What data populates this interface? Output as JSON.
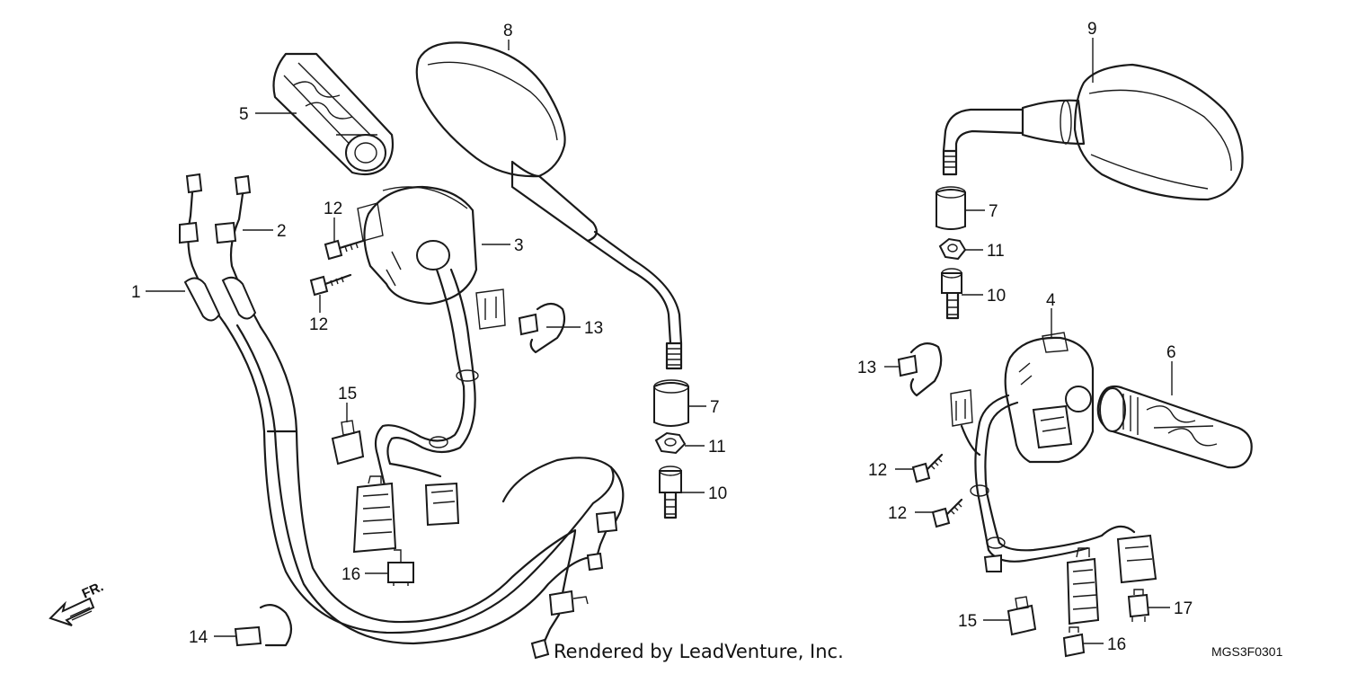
{
  "callouts": [
    {
      "id": "c1",
      "label": "1"
    },
    {
      "id": "c2",
      "label": "2"
    },
    {
      "id": "c3",
      "label": "3"
    },
    {
      "id": "c4",
      "label": "4"
    },
    {
      "id": "c5",
      "label": "5"
    },
    {
      "id": "c6",
      "label": "6"
    },
    {
      "id": "c7a",
      "label": "7"
    },
    {
      "id": "c7b",
      "label": "7"
    },
    {
      "id": "c8",
      "label": "8"
    },
    {
      "id": "c9",
      "label": "9"
    },
    {
      "id": "c10a",
      "label": "10"
    },
    {
      "id": "c10b",
      "label": "10"
    },
    {
      "id": "c11a",
      "label": "11"
    },
    {
      "id": "c11b",
      "label": "11"
    },
    {
      "id": "c12a",
      "label": "12"
    },
    {
      "id": "c12b",
      "label": "12"
    },
    {
      "id": "c12c",
      "label": "12"
    },
    {
      "id": "c12d",
      "label": "12"
    },
    {
      "id": "c13a",
      "label": "13"
    },
    {
      "id": "c13b",
      "label": "13"
    },
    {
      "id": "c14",
      "label": "14"
    },
    {
      "id": "c15a",
      "label": "15"
    },
    {
      "id": "c15b",
      "label": "15"
    },
    {
      "id": "c16a",
      "label": "16"
    },
    {
      "id": "c16b",
      "label": "16"
    },
    {
      "id": "c17",
      "label": "17"
    }
  ],
  "direction_label": "FR.",
  "credit": "Rendered by LeadVenture, Inc.",
  "diagram_code": "MGS3F0301"
}
